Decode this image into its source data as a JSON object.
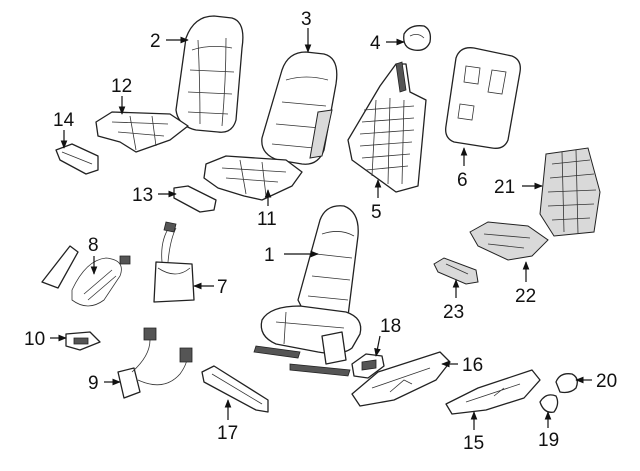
{
  "diagram": {
    "callouts": {
      "n1": "1",
      "n2": "2",
      "n3": "3",
      "n4": "4",
      "n5": "5",
      "n6": "6",
      "n7": "7",
      "n8": "8",
      "n9": "9",
      "n10": "10",
      "n11": "11",
      "n12": "12",
      "n13": "13",
      "n14": "14",
      "n15": "15",
      "n16": "16",
      "n17": "17",
      "n18": "18",
      "n19": "19",
      "n20": "20",
      "n21": "21",
      "n22": "22",
      "n23": "23"
    }
  }
}
